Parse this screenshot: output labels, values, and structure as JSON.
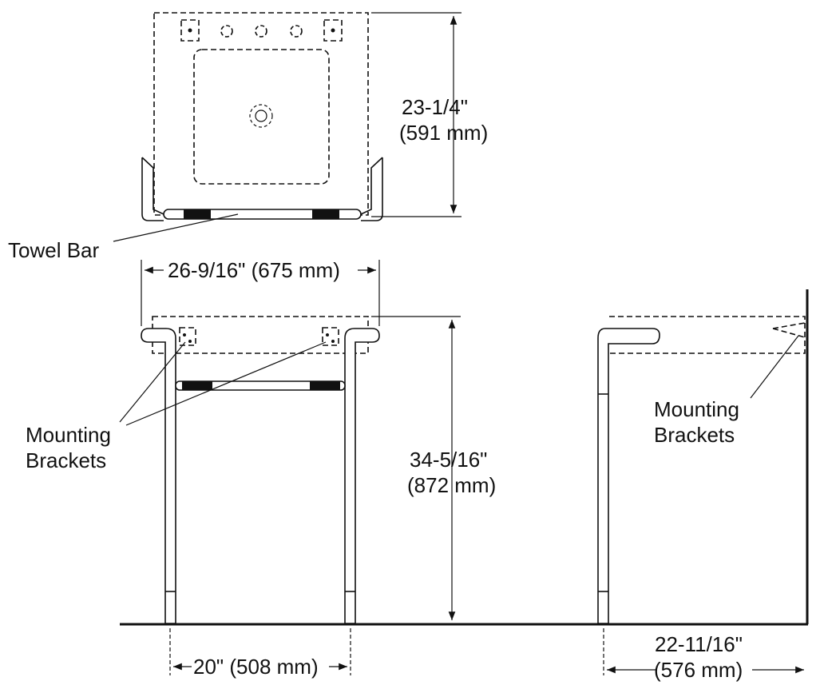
{
  "labels": {
    "top_height_imperial": "23-1/4\"",
    "top_height_metric": "(591 mm)",
    "towel_bar": "Towel Bar",
    "width_overall": "26-9/16\" (675 mm)",
    "mounting_front_line1": "Mounting",
    "mounting_front_line2": "Brackets",
    "height_imperial": "34-5/16\"",
    "height_metric": "(872 mm)",
    "leg_spacing": "20\" (508 mm)",
    "mounting_side_line1": "Mounting",
    "mounting_side_line2": "Brackets",
    "depth_imperial": "22-11/16\"",
    "depth_metric": "(576 mm)"
  }
}
